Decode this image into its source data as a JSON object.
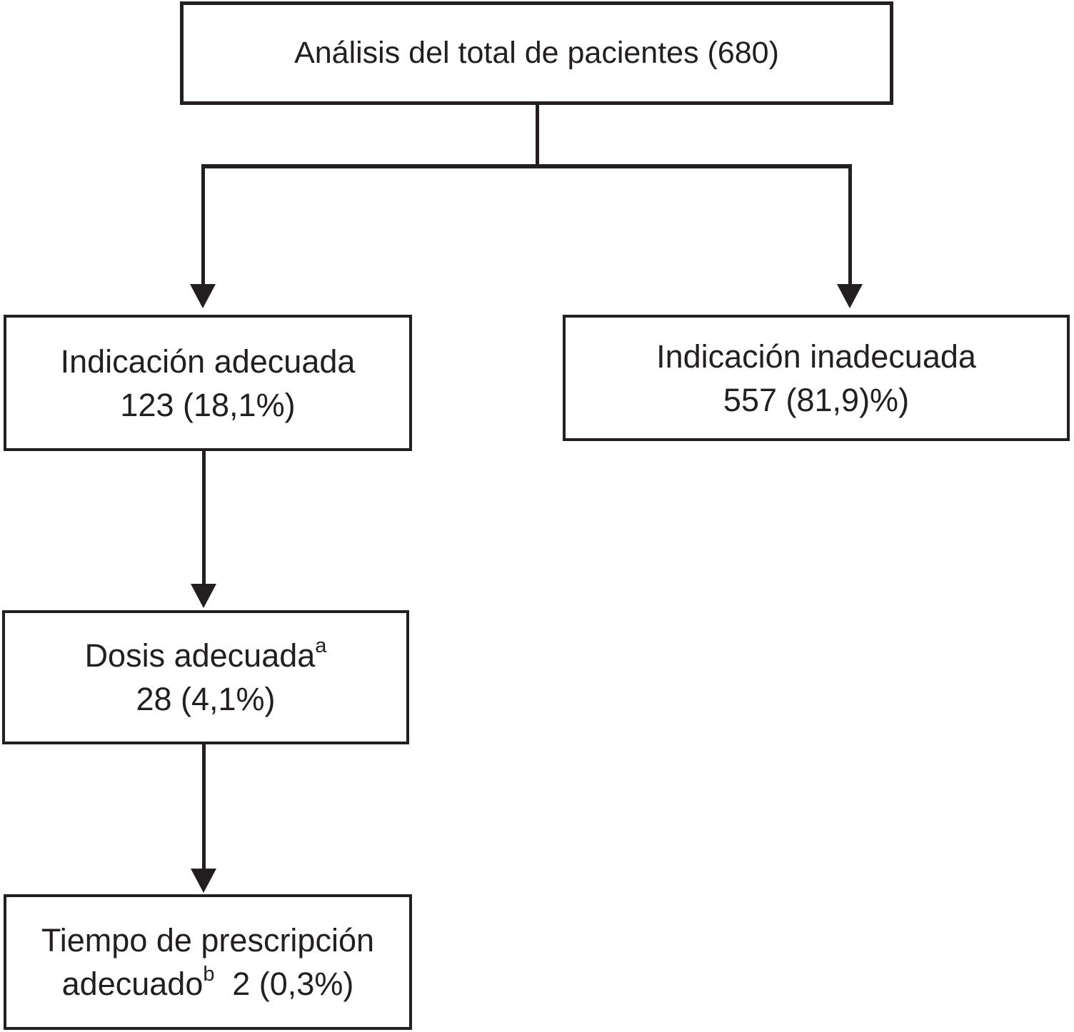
{
  "figure_type": "flowchart",
  "colors": {
    "line": "#231f20",
    "background": "#ffffff"
  },
  "nodes": {
    "root": {
      "line1": "Análisis del total de pacientes (680)"
    },
    "indicacion_adecuada": {
      "line1": "Indicación adecuada",
      "line2": "123 (18,1%)"
    },
    "indicacion_inadecuada": {
      "line1": "Indicación inadecuada",
      "line2": "557 (81,9)%)"
    },
    "dosis_adecuada": {
      "line1": "Dosis adecuada",
      "line1_sup": "a",
      "line2": "28 (4,1%)"
    },
    "tiempo_prescripcion": {
      "line1": "Tiempo de prescripción",
      "line2_pre": "adecuado",
      "line2_sup": "b",
      "line2_post": "2 (0,3%)"
    }
  }
}
